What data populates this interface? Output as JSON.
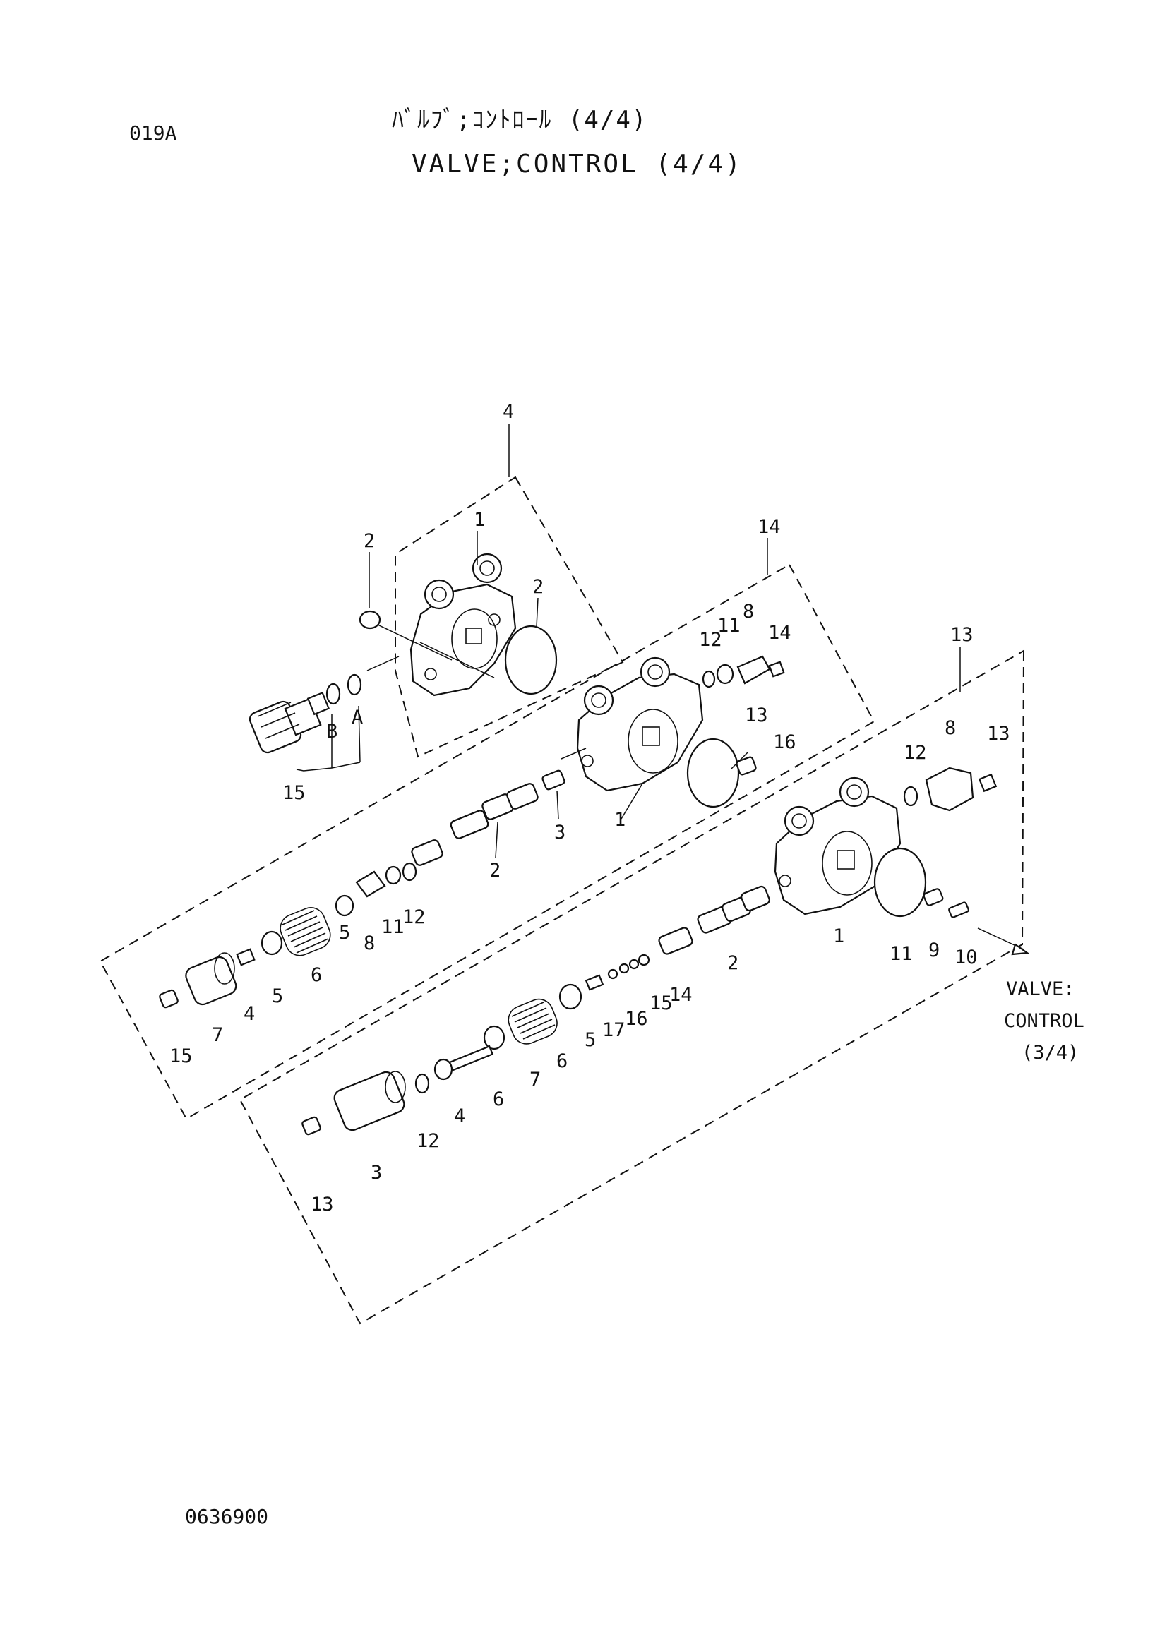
{
  "header": {
    "page_code": "019A",
    "title_jp": "ﾊﾞﾙﾌﾞ;ｺﾝﾄﾛｰﾙ (4/4)",
    "title_en": "VALVE;CONTROL (4/4)"
  },
  "footer": {
    "doc_number": "0636900"
  },
  "reference": {
    "line1": "VALVE:",
    "line2": "CONTROL",
    "line3": "(3/4)"
  },
  "labels": {
    "g1": {
      "assembly": "4",
      "body": "1",
      "nut": "2",
      "oring": "2"
    },
    "relief": {
      "item": "15",
      "ring_b": "B",
      "ring_a": "A"
    },
    "g2": {
      "assembly": "14",
      "o12": "12",
      "o11": "11",
      "cover": "8",
      "bolt": "14",
      "oring": "13",
      "plug": "16",
      "body": "1",
      "fitting": "3",
      "spool": "2",
      "oring12": "12",
      "ring11": "11",
      "cover8": "8",
      "ret5": "5",
      "spring": "6",
      "seat5": "5",
      "washer4": "4",
      "cap": "7",
      "bolt15": "15"
    },
    "g3": {
      "assembly": "13",
      "oring12": "12",
      "cover8": "8",
      "bolt13": "13",
      "body": "1",
      "oring11": "11",
      "part9": "9",
      "part10": "10",
      "spool": "2",
      "p14": "14",
      "p15": "15",
      "p16": "16",
      "p17": "17",
      "p5": "5",
      "seat6": "6",
      "spring7": "7",
      "ret6": "6",
      "rod4": "4",
      "oring12b": "12",
      "cap3": "3",
      "bolt13b": "13"
    }
  }
}
